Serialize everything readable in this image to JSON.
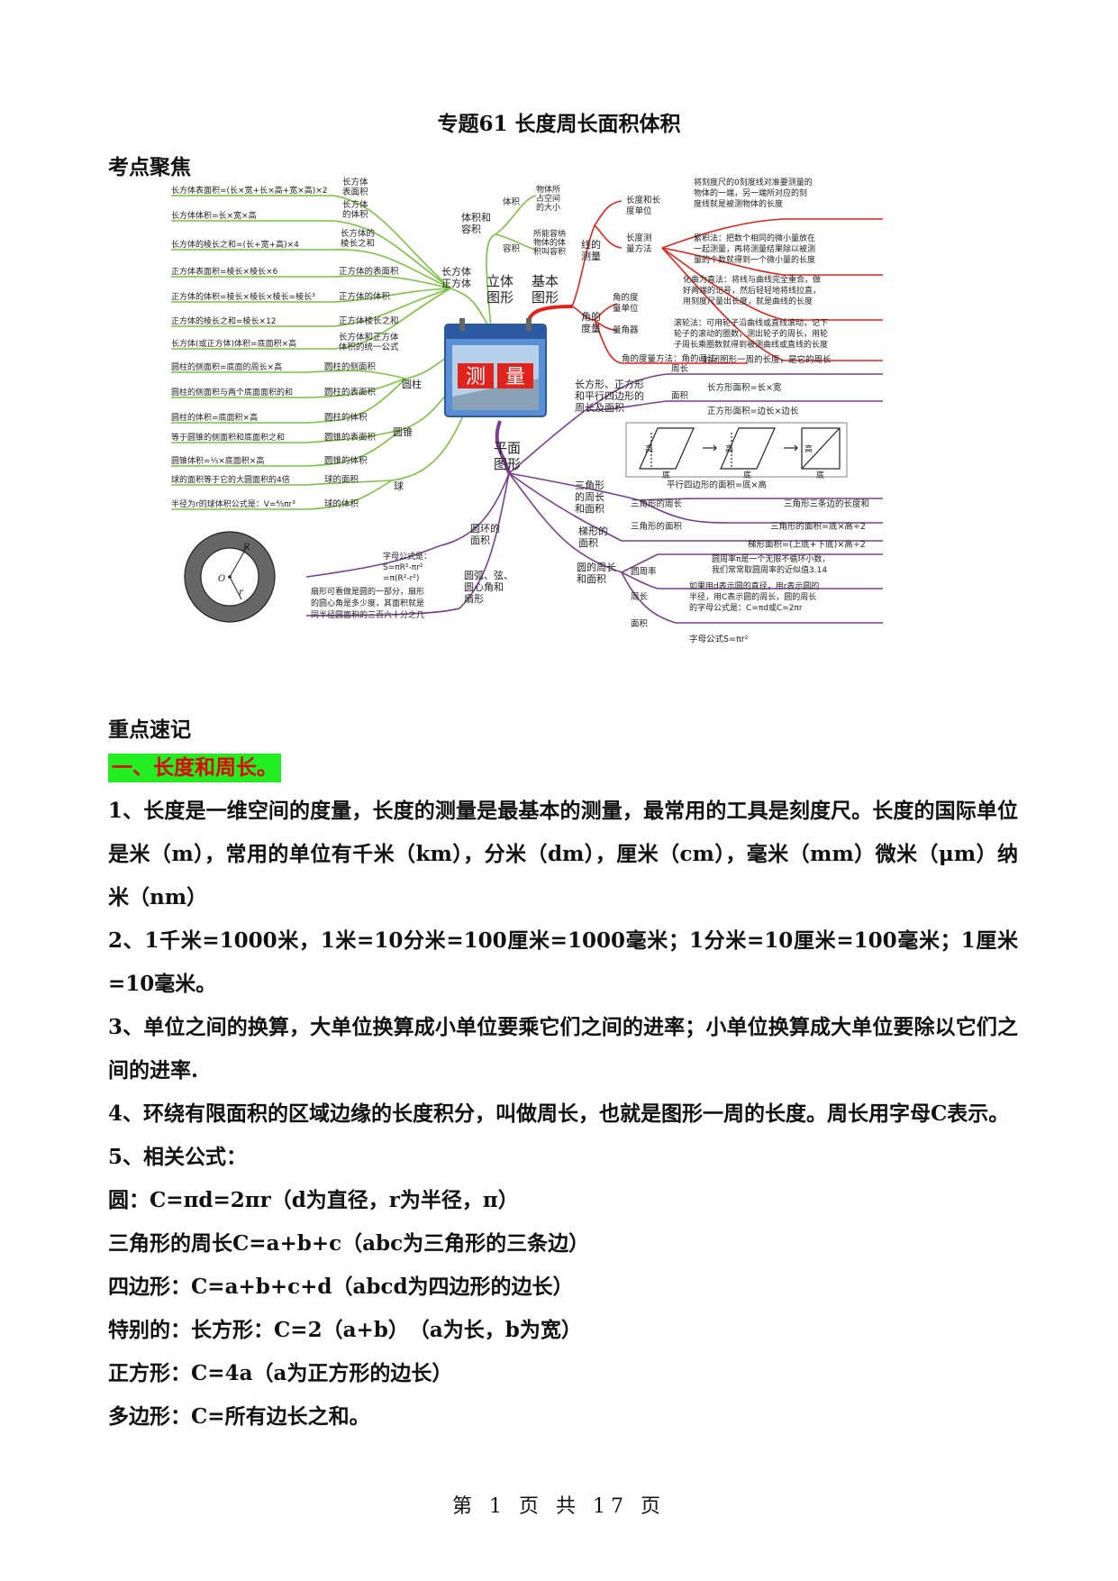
{
  "title": "专题61 长度周长面积体积",
  "sections": {
    "focus": "考点聚焦",
    "notes": "重点速记"
  },
  "mindmap": {
    "center": "测量",
    "left_branches": {
      "solid": "立体\n图形",
      "cuboid": "长方体\n正方体",
      "cylinder": "圆柱",
      "cone": "圆锥",
      "sphere": "球",
      "vol_cap": "体积和\n容积"
    },
    "cuboid_items": [
      {
        "formula": "长方体表面积=(长×宽+长×高+宽×高)×2",
        "label": "长方体\n表面积"
      },
      {
        "formula": "长方体体积=长×宽×高",
        "label": "长方体\n的体积"
      },
      {
        "formula": "长方体的棱长之和=(长+宽+高)×4",
        "label": "长方体的\n棱长之和"
      },
      {
        "formula": "正方体表面积=棱长×棱长×6",
        "label": "正方体的表面积"
      },
      {
        "formula": "正方体的体积=棱长×棱长×棱长=棱长³",
        "label": "正方体的体积"
      },
      {
        "formula": "正方体的棱长之和=棱长×12",
        "label": "正方体棱长之和"
      },
      {
        "formula": "长方体(或正方体)体积=底面积×高",
        "label": "长方体和正方体\n体积的统一公式"
      }
    ],
    "cylinder_items": [
      {
        "formula": "圆柱的侧面积=底面的周长×高",
        "label": "圆柱的侧面积"
      },
      {
        "formula": "圆柱的侧面积与两个底面面积的和",
        "label": "圆柱的表面积"
      },
      {
        "formula": "圆柱的体积=底面积×高",
        "label": "圆柱的体积"
      }
    ],
    "cone_items": [
      {
        "formula": "等于圆锥的侧面积和底面积之和",
        "label": "圆锥的表面积"
      },
      {
        "formula": "圆锥体积=⅓×底面积×高",
        "label": "圆锥的体积"
      }
    ],
    "sphere_items": [
      {
        "formula": "球的面积等于它的大圆面积的4倍",
        "label": "球的面积"
      },
      {
        "formula": "半径为r的球体积公式是：V=⁴⁄₃πr³",
        "label": "球的体积"
      }
    ],
    "vol_items": [
      {
        "label": "体积",
        "desc": "物体所\n占空间\n的大小"
      },
      {
        "label": "容积",
        "desc": "所能容纳\n物体的体\n积叫容积"
      }
    ],
    "basic": "基本\n图形",
    "line_measure": "线的\n测量",
    "angle_measure": "角的\n度量",
    "line_items": {
      "unit": "长度和长\n度单位",
      "method": "长度测\n量方法",
      "unit_desc": "将刻度尺的0刻度线对准要测量的\n物体的一端，另一端所对应的刻\n度线就是被测物体的长度",
      "accum": "累积法：把数个相同的微小量放在\n一起测量，再将测量结果除以被测\n量的个数就得到一个微小量的长度",
      "curve": "化曲为直法：将线与曲线完全重合，做\n好两端的记号，然后轻轻地将线拉直，\n用刻度尺量出长度，就是曲线的长度",
      "roll": "滚轮法：可用轮子沿曲线或直线滚动，记下\n轮子的滚动的圈数，测出轮子的周长，用轮\n子周长乘圈数就得到被测曲线或直线的长度"
    },
    "angle_items": {
      "unit": "角的度\n量单位",
      "tool": "量角器",
      "method": "角的度量方法：角的画法"
    },
    "plane": "平面\n图形",
    "rect_group": "长方形、正方形\n和平行四边形的\n周长及面积",
    "rect_items": {
      "perimeter": "周长",
      "perimeter_desc": "封闭图形一周的长度，是它的周长",
      "area": "面积",
      "rect_area": "长方形面积=长×宽",
      "sq_area": "正方形面积=边长×边长",
      "para_area": "平行四边形的面积=底×高",
      "base": "底",
      "height": "高"
    },
    "tri_group": "三角形\n的周长\n和面积",
    "tri_items": {
      "perimeter": "三角形的周长",
      "perimeter_desc": "三角形三条边的长度和",
      "area": "三角形的面积",
      "area_desc": "三角形的面积=底×高÷2"
    },
    "trap_group": "梯形的\n面积",
    "trap_desc": "梯形面积=(上底+下底)×高÷2",
    "circle_group": "圆的周长\n和面积",
    "circle_items": {
      "pi": "圆周率",
      "pi_desc": "圆周率π是一个无限不循环小数，\n我们常常取圆周率的近似值3.14",
      "perimeter": "周长",
      "perimeter_desc": "如果用d表示圆的直径，用r表示圆的\n半径，用C表示圆的周长，圆的周长\n的字母公式是：C=πd或C=2πr",
      "area": "面积",
      "area_desc": "字母公式S=πr²"
    },
    "ring": "圆环的\n面积",
    "ring_formula": "字母公式是：\nS=πR²-πr²\n=π(R²-r²)",
    "sector": "圆弧、弦、\n圆心角和\n扇形",
    "sector_desc": "扇形可看做是圆的一部分，扇形\n的圆心角是多少度，其面积就是\n同半径圆面积的三百六十分之几",
    "ring_labels": {
      "R": "R",
      "r": "r",
      "O": "O"
    }
  },
  "highlight_title": "一、长度和周长。",
  "paragraphs": [
    "1、长度是一维空间的度量，长度的测量是最基本的测量，最常用的工具是刻度尺。长度的国际单位是米（m），常用的单位有千米（km），分米（dm），厘米（cm），毫米（mm）微米（μm）纳米（nm）",
    "2、1千米=1000米，1米=10分米=100厘米=1000毫米；1分米=10厘米=100毫米；1厘米=10毫米。",
    "3、单位之间的换算，大单位换算成小单位要乘它们之间的进率；小单位换算成大单位要除以它们之间的进率.",
    "4、环绕有限面积的区域边缘的长度积分，叫做周长，也就是图形一周的长度。周长用字母C表示。",
    "5、相关公式：",
    "圆：C=πd=2πr（d为直径，r为半径，π）",
    "三角形的周长C=a+b+c（abc为三角形的三条边）",
    "四边形：C=a+b+c+d（abcd为四边形的边长）",
    "特别的：长方形：C=2（a+b）　（a为长，b为宽）",
    "正方形：C=4a（a为正方形的边长）",
    "多边形：C=所有边长之和。"
  ],
  "footer": "第 1 页 共 17 页",
  "colors": {
    "green": "#7cc142",
    "red": "#e0231c",
    "purple": "#7a3f8f",
    "highlight_bg": "#22ee22",
    "highlight_text": "#e60000"
  }
}
